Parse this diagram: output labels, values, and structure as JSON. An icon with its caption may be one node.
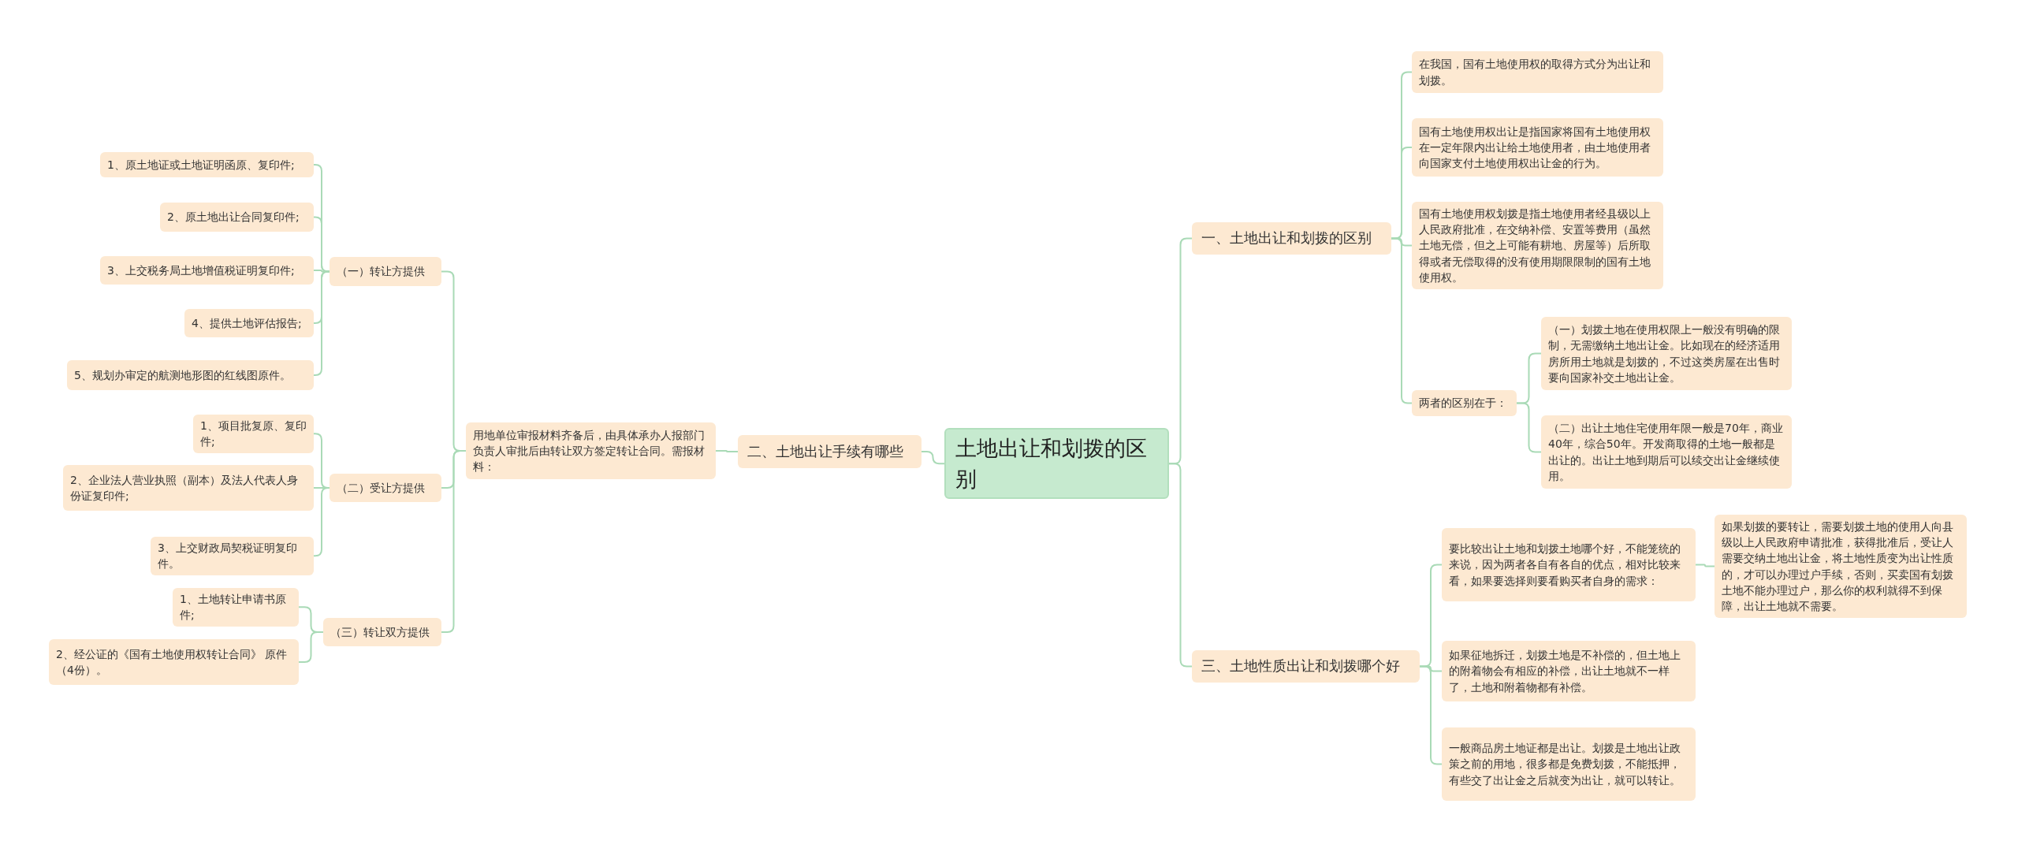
{
  "diagram": {
    "nodes": [
      {
        "text": [
          "土地出让和划拨的区别"
        ]
      },
      {
        "text": [
          "一、土地出让和划拨的区别"
        ]
      },
      {
        "text": [
          "在我国，国有土地使用权的取得方式分为出让和划拨。"
        ]
      },
      {
        "text": [
          "国有土地使用权出让是指国家将国有土地使用权在一定年限内出让给土地使用者，由土地使用者向国家支付土地使用权出让金的行为。"
        ]
      },
      {
        "text": [
          "国有土地使用权划拨是指土地使用者经县级以上人民政府批准，在交纳补偿、安置等费用（虽然土地无偿，但之上可能有耕地、房屋等）后所取得或者无偿取得的没有使用期限限制的国有土地使用权。"
        ]
      },
      {
        "text": [
          "两者的区别在于："
        ]
      },
      {
        "text": [
          "（一）划拨土地在使用权限上一般没有明确的限制，无需缴纳土地出让金。比如现在的经济适用房所用土地就是划拨的，不过这类房屋在出售时要向国家补交土地出让金。"
        ]
      },
      {
        "text": [
          "（二）出让土地住宅使用年限一般是70年，商业40年，综合50年。开发商取得的土地一般都是出让的。出让土地到期后可以续交出让金继续使用。"
        ]
      },
      {
        "text": [
          "三、土地性质出让和划拨哪个好"
        ]
      },
      {
        "text": [
          "要比较出让土地和划拨土地哪个好，不能笼统的来说，因为两者各自有各自的优点，相对比较来看，如果要选择则要看购买者自身的需求："
        ]
      },
      {
        "text": [
          "如果划拨的要转让，需要划拨土地的使用人向县级以上人民政府申请批准，获得批准后，受让人需要交纳土地出让金，将土地性质变为出让性质的，才可以办理过户手续，否则，买卖国有划拨土地不能办理过户，那么你的权利就得不到保障，出让土地就不需要。"
        ]
      },
      {
        "text": [
          "如果征地拆迁，划拨土地是不补偿的，但土地上的附着物会有相应的补偿，出让土地就不一样了，土地和附着物都有补偿。"
        ]
      },
      {
        "text": [
          "一般商品房土地证都是出让。划拨是土地出让政策之前的用地，很多都是免费划拨，不能抵押，有些交了出让金之后就变为出让，就可以转让。"
        ]
      },
      {
        "text": [
          "二、土地出让手续有哪些"
        ]
      },
      {
        "text": [
          "用地单位审报材料齐备后，由具体承办人报部门负责人审批后由转让双方签定转让合同。需报材料："
        ]
      },
      {
        "text": [
          "（一）转让方提供"
        ]
      },
      {
        "text": [
          "1、原土地证或土地证明函原、复印件;"
        ]
      },
      {
        "text": [
          "2、原土地出让合同复印件;"
        ]
      },
      {
        "text": [
          "3、上交税务局土地增值税证明复印件;"
        ]
      },
      {
        "text": [
          "4、提供土地评估报告;"
        ]
      },
      {
        "text": [
          "5、规划办审定的航测地形图的红线图原件。"
        ]
      },
      {
        "text": [
          "（二）受让方提供"
        ]
      },
      {
        "text": [
          "1、项目批复原、复印件;"
        ]
      },
      {
        "text": [
          "2、企业法人营业执照（副本）及法人代表人身份证复印件;"
        ]
      },
      {
        "text": [
          "3、上交财政局契税证明复印件。"
        ]
      },
      {
        "text": [
          "（三）转让双方提供"
        ]
      },
      {
        "text": [
          "1、土地转让申请书原件;"
        ]
      },
      {
        "text": [
          "2、经公证的《国有土地使用权转让合同》 原件（4份）。"
        ]
      }
    ],
    "edges": [
      {
        "from": 0,
        "to": 1,
        "arrow": "none"
      },
      {
        "from": 1,
        "to": 2,
        "arrow": "none"
      },
      {
        "from": 1,
        "to": 3,
        "arrow": "none"
      },
      {
        "from": 1,
        "to": 4,
        "arrow": "none"
      },
      {
        "from": 1,
        "to": 5,
        "arrow": "none"
      },
      {
        "from": 5,
        "to": 6,
        "arrow": "none"
      },
      {
        "from": 5,
        "to": 7,
        "arrow": "none"
      },
      {
        "from": 0,
        "to": 8,
        "arrow": "none"
      },
      {
        "from": 8,
        "to": 9,
        "arrow": "none"
      },
      {
        "from": 9,
        "to": 10,
        "arrow": "none"
      },
      {
        "from": 8,
        "to": 11,
        "arrow": "none"
      },
      {
        "from": 8,
        "to": 12,
        "arrow": "none"
      },
      {
        "from": 0,
        "to": 13,
        "arrow": "none"
      },
      {
        "from": 13,
        "to": 14,
        "arrow": "none"
      },
      {
        "from": 14,
        "to": 15,
        "arrow": "none"
      },
      {
        "from": 15,
        "to": 16,
        "arrow": "none"
      },
      {
        "from": 15,
        "to": 17,
        "arrow": "none"
      },
      {
        "from": 15,
        "to": 18,
        "arrow": "none"
      },
      {
        "from": 15,
        "to": 19,
        "arrow": "none"
      },
      {
        "from": 15,
        "to": 20,
        "arrow": "none"
      },
      {
        "from": 14,
        "to": 21,
        "arrow": "none"
      },
      {
        "from": 21,
        "to": 22,
        "arrow": "none"
      },
      {
        "from": 21,
        "to": 23,
        "arrow": "none"
      },
      {
        "from": 21,
        "to": 24,
        "arrow": "none"
      },
      {
        "from": 14,
        "to": 25,
        "arrow": "none"
      },
      {
        "from": 25,
        "to": 26,
        "arrow": "none"
      },
      {
        "from": 25,
        "to": 27,
        "arrow": "none"
      }
    ]
  }
}
